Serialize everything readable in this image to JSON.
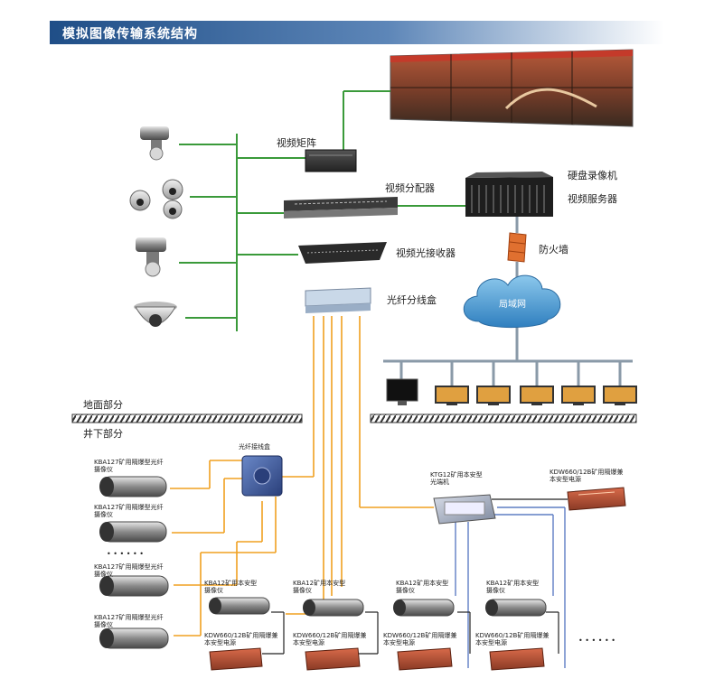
{
  "header": {
    "title": "模拟图像传输系统结构"
  },
  "labels": {
    "video_matrix": "视频矩阵",
    "video_distributor": "视频分配器",
    "hdd_recorder": "硬盘录像机",
    "video_server": "视频服务器",
    "optical_receiver": "视频光接收器",
    "firewall": "防火墙",
    "fiber_box": "光纤分线盒",
    "lan": "局域网",
    "surface": "地面部分",
    "underground": "井下部分",
    "fiber_junction": "光纤接线盒",
    "ktg_switch": "KTG12矿用本安型\n光端机",
    "kdw_top": "KDW660/12B矿用隔爆兼\n本安型电源",
    "kba127_a": "KBA127矿用隔爆型光纤\n摄像仪",
    "kba127_b": "KBA127矿用隔爆型光纤\n摄像仪",
    "kba127_c": "KBA127矿用隔爆型光纤\n摄像仪",
    "kba127_d": "KBA127矿用隔爆型光纤\n摄像仪",
    "ellipsis_left": "• • • • • •",
    "ellipsis_right": "• • • • • •",
    "kba12_1": "KBA12矿用本安型\n摄像仪",
    "kba12_2": "KBA12矿用本安型\n摄像仪",
    "kba12_3": "KBA12矿用本安型\n摄像仪",
    "kba12_4": "KBA12矿用本安型\n摄像仪",
    "kdw_1": "KDW660/12B矿用隔爆兼\n本安型电源",
    "kdw_2": "KDW660/12B矿用隔爆兼\n本安型电源",
    "kdw_3": "KDW660/12B矿用隔爆兼\n本安型电源",
    "kdw_4": "KDW660/12B矿用隔爆兼\n本安型电源"
  },
  "colors": {
    "green_line": "#3a9a3a",
    "orange_line": "#f0a020",
    "blue_line": "#5f7ec4",
    "gray_line": "#8a9aa8",
    "header_blue": "#1f4e87",
    "lan_cloud": "#4a9bd0",
    "firewall": "#e07030",
    "power_unit": "#c8503a"
  }
}
